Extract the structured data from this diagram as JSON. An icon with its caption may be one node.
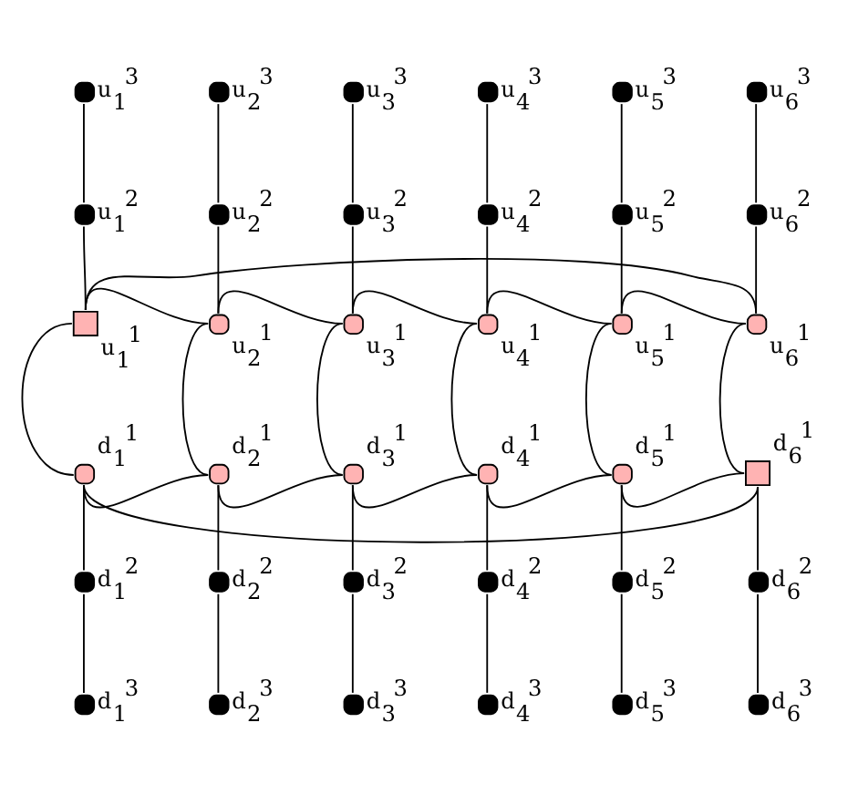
{
  "diagram": {
    "nodes": [
      {
        "text": [],
        "shape": "circle",
        "beside": [
          "u$_{1}$$^{3}$"
        ]
      },
      {
        "text": [],
        "shape": "circle",
        "beside": [
          "u$_{2}$$^{3}$"
        ]
      },
      {
        "text": [],
        "shape": "circle",
        "beside": [
          "u$_{3}$$^{3}$"
        ]
      },
      {
        "text": [],
        "shape": "circle",
        "beside": [
          "u$_{4}$$^{3}$"
        ]
      },
      {
        "text": [],
        "shape": "circle",
        "beside": [
          "u$_{5}$$^{3}$"
        ]
      },
      {
        "text": [],
        "shape": "circle",
        "beside": [
          "u$_{6}$$^{3}$"
        ]
      },
      {
        "text": [],
        "shape": "circle",
        "beside": [
          "u$_{1}$$^{2}$"
        ]
      },
      {
        "text": [],
        "shape": "circle",
        "beside": [
          "u$_{2}$$^{2}$"
        ]
      },
      {
        "text": [],
        "shape": "circle",
        "beside": [
          "u$_{3}$$^{2}$"
        ]
      },
      {
        "text": [],
        "shape": "circle",
        "beside": [
          "u$_{4}$$^{2}$"
        ]
      },
      {
        "text": [],
        "shape": "circle",
        "beside": [
          "u$_{5}$$^{2}$"
        ]
      },
      {
        "text": [],
        "shape": "circle",
        "beside": [
          "u$_{6}$$^{2}$"
        ]
      },
      {
        "text": [],
        "shape": "box",
        "beside": [
          "u$_{1}$$^{1}$"
        ]
      },
      {
        "text": [],
        "shape": "circle",
        "beside": [
          "u$_{2}$$^{1}$"
        ]
      },
      {
        "text": [],
        "shape": "circle",
        "beside": [
          "u$_{3}$$^{1}$"
        ]
      },
      {
        "text": [],
        "shape": "circle",
        "beside": [
          "u$_{4}$$^{1}$"
        ]
      },
      {
        "text": [],
        "shape": "circle",
        "beside": [
          "u$_{5}$$^{1}$"
        ]
      },
      {
        "text": [],
        "shape": "circle",
        "beside": [
          "u$_{6}$$^{1}$"
        ]
      },
      {
        "text": [],
        "shape": "circle",
        "beside": [
          "d$_{1}$$^{1}$"
        ]
      },
      {
        "text": [],
        "shape": "circle",
        "beside": [
          "d$_{2}$$^{1}$"
        ]
      },
      {
        "text": [],
        "shape": "circle",
        "beside": [
          "d$_{3}$$^{1}$"
        ]
      },
      {
        "text": [],
        "shape": "circle",
        "beside": [
          "d$_{4}$$^{1}$"
        ]
      },
      {
        "text": [],
        "shape": "circle",
        "beside": [
          "d$_{5}$$^{1}$"
        ]
      },
      {
        "text": [],
        "shape": "box",
        "beside": [
          "d$_{6}$$^{1}$"
        ]
      },
      {
        "text": [],
        "shape": "circle",
        "beside": [
          "d$_{1}$$^{2}$"
        ]
      },
      {
        "text": [],
        "shape": "circle",
        "beside": [
          "d$_{2}$$^{2}$"
        ]
      },
      {
        "text": [],
        "shape": "circle",
        "beside": [
          "d$_{3}$$^{2}$"
        ]
      },
      {
        "text": [],
        "shape": "circle",
        "beside": [
          "d$_{4}$$^{2}$"
        ]
      },
      {
        "text": [],
        "shape": "circle",
        "beside": [
          "d$_{5}$$^{2}$"
        ]
      },
      {
        "text": [],
        "shape": "circle",
        "beside": [
          "d$_{6}$$^{2}$"
        ]
      },
      {
        "text": [],
        "shape": "circle",
        "beside": [
          "d$_{1}$$^{3}$"
        ]
      },
      {
        "text": [],
        "shape": "circle",
        "beside": [
          "d$_{2}$$^{3}$"
        ]
      },
      {
        "text": [],
        "shape": "circle",
        "beside": [
          "d$_{3}$$^{3}$"
        ]
      },
      {
        "text": [],
        "shape": "circle",
        "beside": [
          "d$_{4}$$^{3}$"
        ]
      },
      {
        "text": [],
        "shape": "circle",
        "beside": [
          "d$_{5}$$^{3}$"
        ]
      },
      {
        "text": [],
        "shape": "circle",
        "beside": [
          "d$_{6}$$^{3}$"
        ]
      }
    ],
    "edges": [
      {
        "from": 0,
        "to": 6,
        "arrow": "none"
      },
      {
        "from": 1,
        "to": 7,
        "arrow": "none"
      },
      {
        "from": 2,
        "to": 8,
        "arrow": "none"
      },
      {
        "from": 3,
        "to": 9,
        "arrow": "none"
      },
      {
        "from": 4,
        "to": 10,
        "arrow": "none"
      },
      {
        "from": 5,
        "to": 11,
        "arrow": "none"
      },
      {
        "from": 6,
        "to": 12,
        "arrow": "none"
      },
      {
        "from": 7,
        "to": 13,
        "arrow": "none"
      },
      {
        "from": 8,
        "to": 14,
        "arrow": "none"
      },
      {
        "from": 9,
        "to": 15,
        "arrow": "none"
      },
      {
        "from": 10,
        "to": 16,
        "arrow": "none"
      },
      {
        "from": 11,
        "to": 17,
        "arrow": "none"
      },
      {
        "from": 12,
        "to": 13,
        "arrow": "none"
      },
      {
        "from": 13,
        "to": 14,
        "arrow": "none"
      },
      {
        "from": 14,
        "to": 15,
        "arrow": "none"
      },
      {
        "from": 15,
        "to": 16,
        "arrow": "none"
      },
      {
        "from": 16,
        "to": 17,
        "arrow": "none"
      },
      {
        "from": 12,
        "to": 17,
        "arrow": "none"
      },
      {
        "from": 12,
        "to": 18,
        "arrow": "none"
      },
      {
        "from": 13,
        "to": 19,
        "arrow": "none"
      },
      {
        "from": 14,
        "to": 20,
        "arrow": "none"
      },
      {
        "from": 15,
        "to": 21,
        "arrow": "none"
      },
      {
        "from": 16,
        "to": 22,
        "arrow": "none"
      },
      {
        "from": 17,
        "to": 23,
        "arrow": "none"
      },
      {
        "from": 18,
        "to": 19,
        "arrow": "none"
      },
      {
        "from": 19,
        "to": 20,
        "arrow": "none"
      },
      {
        "from": 20,
        "to": 21,
        "arrow": "none"
      },
      {
        "from": 21,
        "to": 22,
        "arrow": "none"
      },
      {
        "from": 22,
        "to": 23,
        "arrow": "none"
      },
      {
        "from": 18,
        "to": 23,
        "arrow": "none"
      },
      {
        "from": 18,
        "to": 24,
        "arrow": "none"
      },
      {
        "from": 19,
        "to": 25,
        "arrow": "none"
      },
      {
        "from": 20,
        "to": 26,
        "arrow": "none"
      },
      {
        "from": 21,
        "to": 27,
        "arrow": "none"
      },
      {
        "from": 22,
        "to": 28,
        "arrow": "none"
      },
      {
        "from": 23,
        "to": 29,
        "arrow": "none"
      },
      {
        "from": 24,
        "to": 30,
        "arrow": "none"
      },
      {
        "from": 25,
        "to": 31,
        "arrow": "none"
      },
      {
        "from": 26,
        "to": 32,
        "arrow": "none"
      },
      {
        "from": 27,
        "to": 33,
        "arrow": "none"
      },
      {
        "from": 28,
        "to": 34,
        "arrow": "none"
      },
      {
        "from": 29,
        "to": 35,
        "arrow": "none"
      }
    ]
  }
}
